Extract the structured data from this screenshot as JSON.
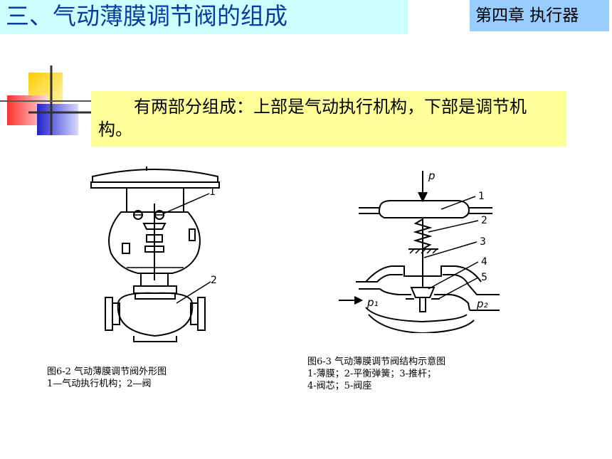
{
  "header": {
    "title": "三、气动薄膜调节阀的组成",
    "chapter": "第四章 执行器"
  },
  "intro": {
    "text": "有两部分组成：上部是气动执行机构，下部是调节机构。"
  },
  "figure1": {
    "labels": [
      "1",
      "2"
    ],
    "caption_line1": "图6-2 气动薄膜调节阀外形图",
    "caption_line2": "1—气动执行机构；2—阀"
  },
  "figure2": {
    "label_p": "p",
    "label_p1": "p₁",
    "label_p2": "p₂",
    "labels": [
      "1",
      "2",
      "3",
      "4",
      "5"
    ],
    "caption_line1": "图6-3 气动薄膜调节阀结构示意图",
    "caption_line2": "1-薄膜；2-平衡弹簧；3-推杆；",
    "caption_line3": "4-阀芯；5-阀座"
  },
  "colors": {
    "title_bg": "#ccffff",
    "title_text": "#0b3b9e",
    "chapter_bg": "#99ccff",
    "intro_bg": "#ffff99"
  }
}
